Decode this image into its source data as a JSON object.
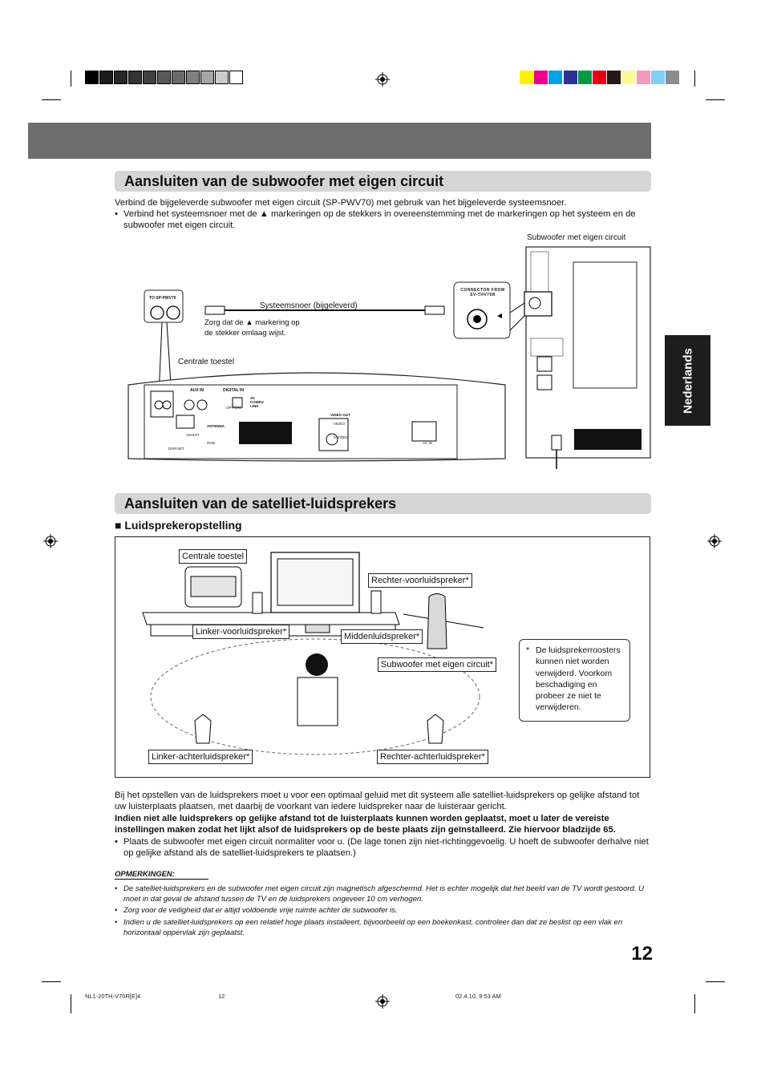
{
  "page": {
    "header_band_text": "",
    "language_tab": "Nederlands",
    "page_number": "12",
    "footer": {
      "left": "NL1-20TH-V70R[E]4",
      "center": "12",
      "right": "02.4.10, 9:53 AM"
    }
  },
  "colors": {
    "header_band": "#6e6e6e",
    "title_bar": "#d5d5d5",
    "language_tab": "#1d1d1d",
    "gray_scale": [
      "#000000",
      "#1a1a1a",
      "#262626",
      "#333333",
      "#404040",
      "#595959",
      "#6b6b6b",
      "#808080",
      "#a6a6a6",
      "#cccccc",
      "#ffffff"
    ],
    "color_bar": [
      "#fff200",
      "#ec008c",
      "#00a0e9",
      "#2e3192",
      "#009944",
      "#e60012",
      "#231815",
      "#fff799",
      "#f49ac1",
      "#7fd0f5",
      "#8c8c8c"
    ]
  },
  "section1": {
    "title": "Aansluiten van de subwoofer met eigen circuit",
    "intro": "Verbind de bijgeleverde subwoofer met eigen circuit (SP-PWV70) met gebruik van het bijgeleverde systeemsnoer.",
    "bullet_prefix": "•",
    "bullet": "Verbind het systeemsnoer met de ▲ markeringen op de stekkers in overeenstemming met de markeringen op het systeem en de subwoofer met eigen circuit.",
    "diagram": {
      "subwoofer_label": "Subwoofer met eigen circuit",
      "cable_label": "Systeemsnoer (bijgeleverd)",
      "note": "Zorg dat de ▲ markering op de stekker omlaag wijst.",
      "central_unit_label": "Centrale toestel",
      "to_sp_pwv70": "TO SP-PWV70",
      "connector_from": "CONNECTOR FROM SV-THV70R",
      "jack_labels": {
        "aux_in": "AUX IN",
        "digital_in": "DIGITAL IN",
        "optical": "OPTICAL",
        "av_compu_link": "AV COMPU LINK",
        "video_out": "VIDEO OUT",
        "video": "VIDEO",
        "s_video": "S-VIDEO",
        "ac_in": "AC IN",
        "antenna": "ANTENNA",
        "am_ext": "AM EXT",
        "disp_set": "DISP.SET",
        "rgb": "RGB",
        "av": "AV",
        "rgb_out": "RGB OUT"
      }
    }
  },
  "section2": {
    "title": "Aansluiten van de satelliet-luidsprekers",
    "subheading_marker": "■",
    "subheading": "Luidsprekeropstelling",
    "labels": {
      "central_unit": "Centrale toestel",
      "front_right": "Rechter-voorluidspreker*",
      "front_left": "Linker-voorluidspreker*",
      "center": "Middenluidspreker*",
      "subwoofer": "Subwoofer met eigen circuit*",
      "rear_left": "Linker-achterluidspreker*",
      "rear_right": "Rechter-achterluidspreker*"
    },
    "footnote_marker": "*",
    "footnote": "De luidsprekerroosters kunnen niet worden verwijderd. Voorkom beschadiging en probeer ze niet te verwijderen.",
    "para1": "Bij het opstellen van de luidsprekers moet u voor een optimaal geluid met dit systeem alle satelliet-luidsprekers op gelijke afstand tot uw luisterplaats plaatsen, met daarbij de voorkant van iedere luidspreker naar de luisteraar gericht.",
    "para_bold": "Indien niet alle luidsprekers op gelijke afstand tot de luisterplaats kunnen worden geplaatst, moet u later de vereiste instellingen maken zodat het lijkt alsof de luidsprekers op de beste plaats zijn geïnstalleerd. Zie hiervoor bladzijde 65.",
    "bullet": "Plaats de subwoofer met eigen circuit normaliter voor u. (De lage tonen zijn niet-richtinggevoelig. U hoeft de subwoofer derhalve niet op gelijke afstand als de satelliet-luidsprekers te plaatsen.)",
    "notes_title": "OPMERKINGEN:",
    "notes": [
      "De satelliet-luidsprekers en de subwoofer met eigen circuit zijn magnetisch afgeschermd. Het is echter mogelijk dat het beeld van de TV wordt gestoord. U moet in dat geval de afstand tussen de TV en de luidsprekers ongeveer 10 cm verhogen.",
      "Zorg voor de veiligheid dat er altijd voldoende vrije ruimte achter de subwoofer is.",
      "Indien u de satelliet-luidsprekers op een relatief hoge plaats installeert, bijvoorbeeld op een boekenkast, controleer dan dat ze beslist op een vlak en horizontaal oppervlak zijn geplaatst."
    ]
  }
}
